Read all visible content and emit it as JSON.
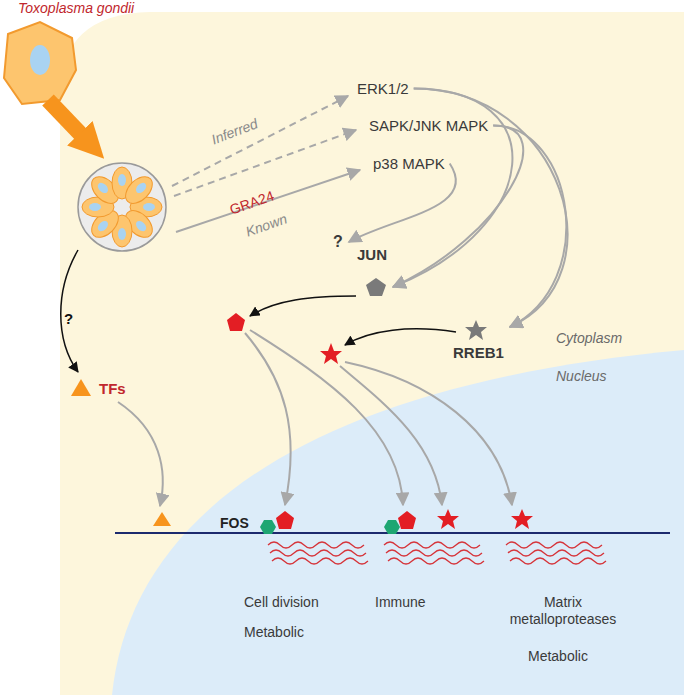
{
  "diagram": {
    "nodes": [
      {
        "text": [
          "ERK1/2"
        ]
      },
      {
        "text": [
          "SAPK/JNK MAPK"
        ]
      },
      {
        "text": [
          "p38 MAPK"
        ]
      },
      {
        "text": [
          "?"
        ]
      },
      {
        "text": [
          "JUN"
        ]
      },
      {
        "text": [
          "RREB1"
        ]
      },
      {
        "text": [
          "TFs"
        ]
      }
    ],
    "edges": [
      {
        "from": 2,
        "to": 3,
        "arrow": "to"
      },
      {
        "from": 0,
        "to": 4,
        "arrow": "to"
      },
      {
        "from": 1,
        "to": 4,
        "arrow": "to"
      },
      {
        "from": 0,
        "to": 5,
        "arrow": "to"
      },
      {
        "from": 1,
        "to": 5,
        "arrow": "to"
      }
    ],
    "labels": [
      "Toxoplasma gondii",
      "Inferred",
      "GRA24",
      "Known",
      "?",
      "Cytoplasm",
      "Nucleus",
      "FOS",
      "Cell division",
      "Metabolic",
      "Immune",
      "Matrix metalloproteases",
      "Metabolic"
    ]
  }
}
